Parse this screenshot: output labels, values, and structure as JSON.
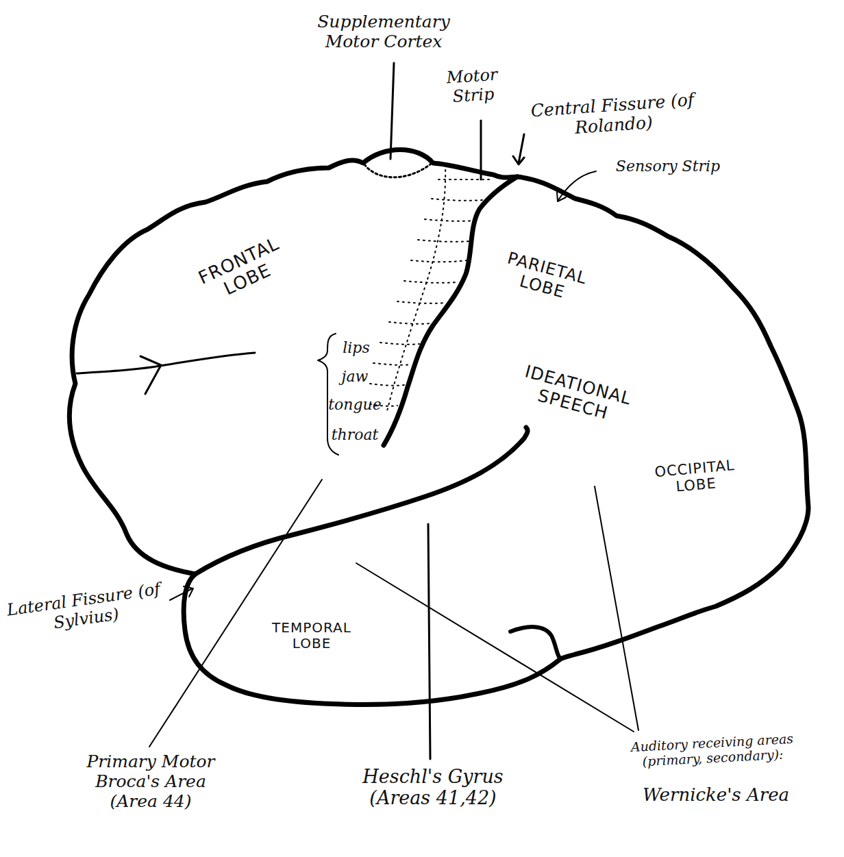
{
  "diagram": {
    "labels": [
      "Supplementary Motor Cortex",
      "Motor Strip",
      "Central Fissure (of Rolando)",
      "Sensory Strip",
      "FRONTAL LOBE",
      "PARIETAL LOBE",
      "lips",
      "jaw",
      "tongue",
      "throat",
      "IDEATIONAL SPEECH",
      "OCCIPITAL LOBE",
      "TEMPORAL LOBE",
      "Lateral Fissure (of Sylvius)",
      "Primary Motor Broca's Area (Area 44)",
      "Heschl's Gyrus (Areas 41,42)",
      "Auditory receiving areas (primary, secondary):",
      "Wernicke's Area"
    ]
  }
}
